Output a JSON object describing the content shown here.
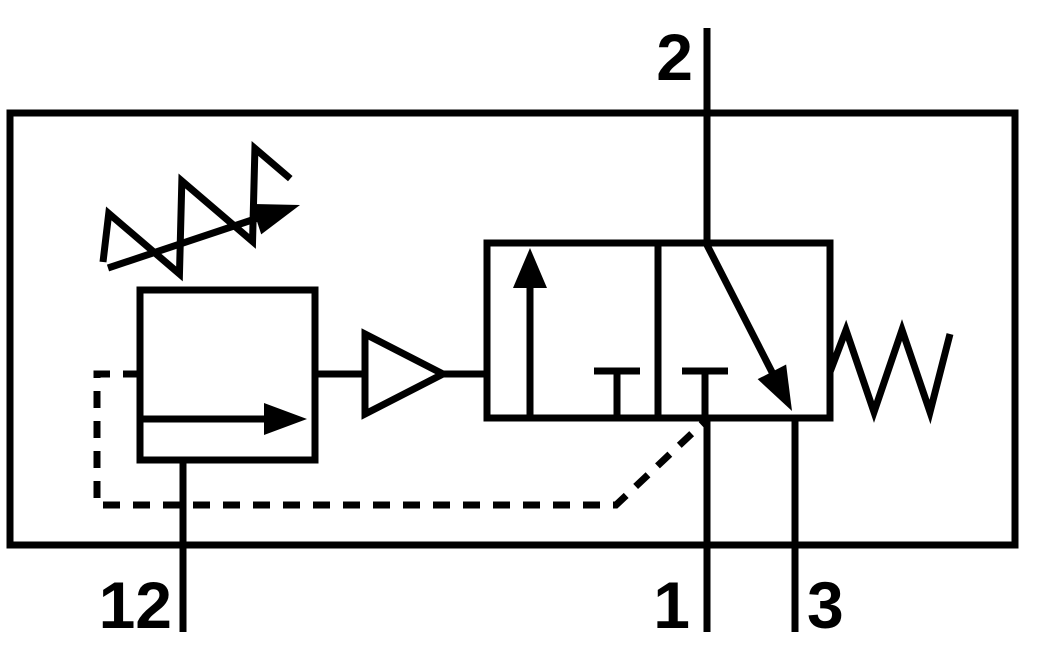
{
  "diagram": {
    "kind": "pneumatic-valve-circuit-symbol",
    "ports": {
      "top": {
        "label": "2"
      },
      "pilot": {
        "label": "12"
      },
      "supply": {
        "label": "1"
      },
      "exhaust": {
        "label": "3"
      }
    },
    "colors": {
      "line": "#000000",
      "background": "#ffffff"
    }
  }
}
